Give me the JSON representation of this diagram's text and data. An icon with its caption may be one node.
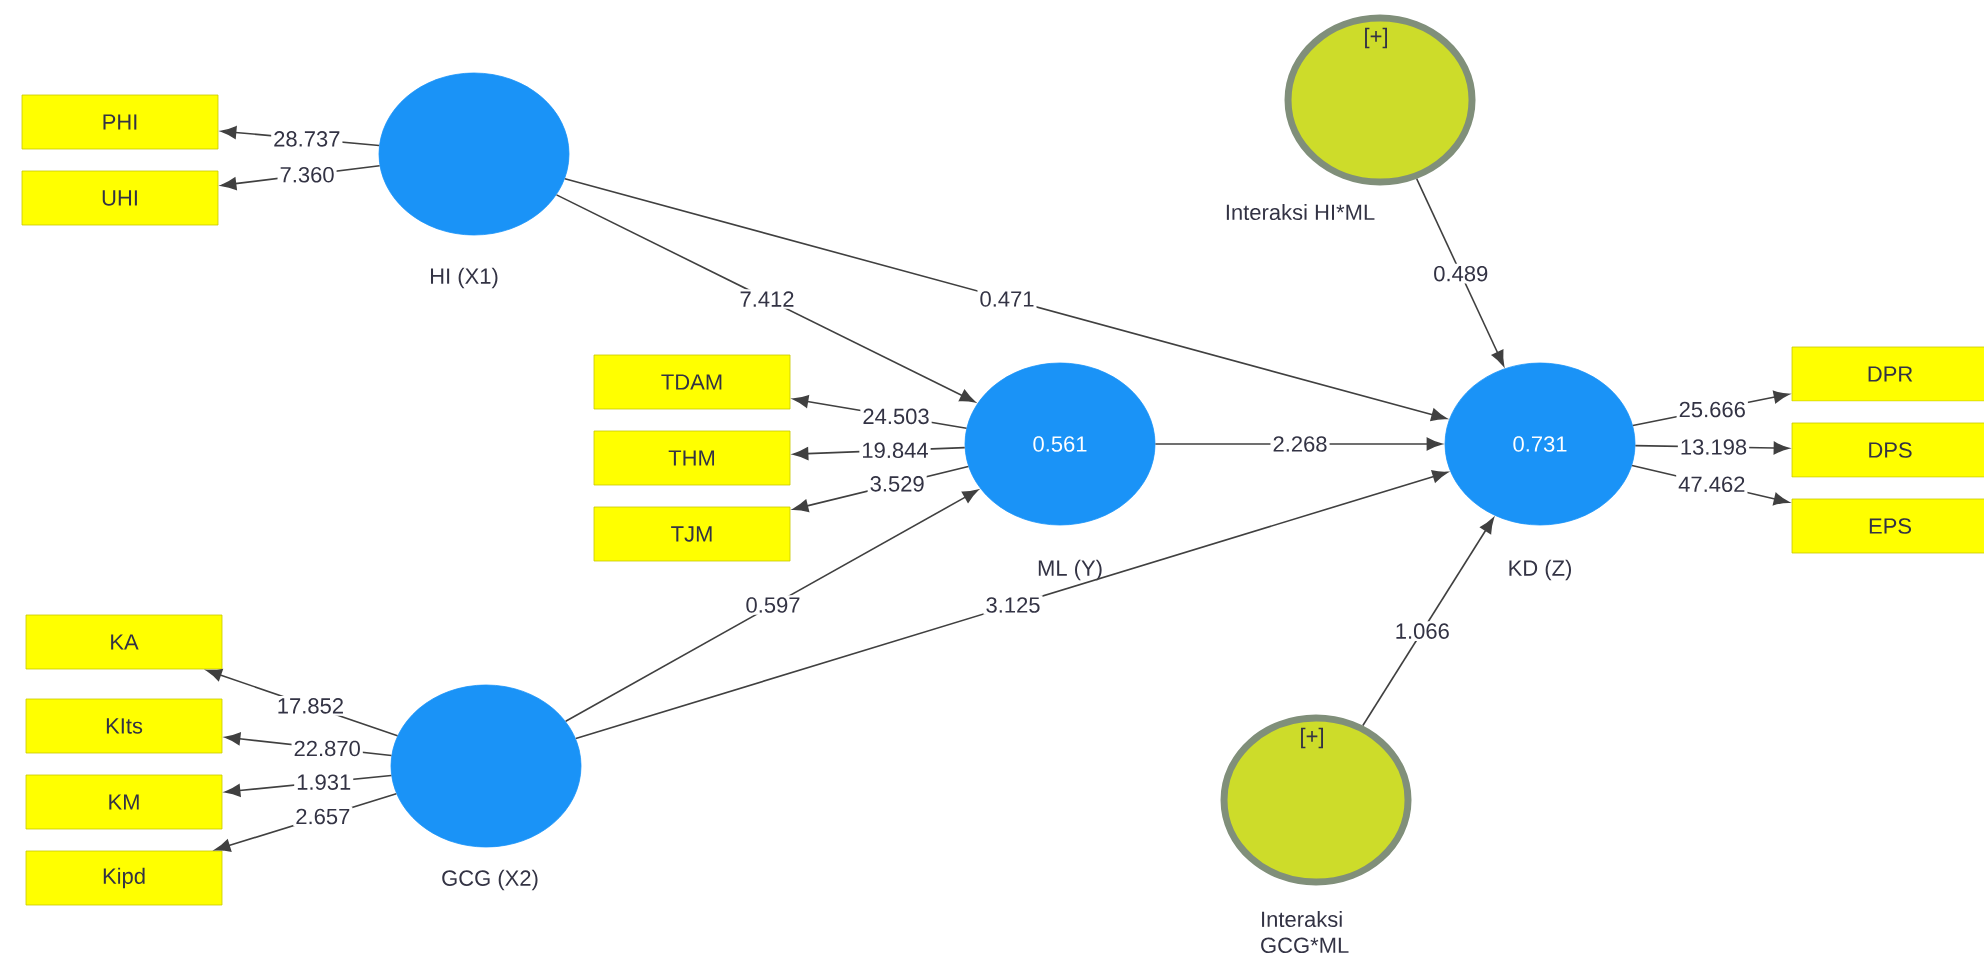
{
  "diagram": {
    "nodes": [
      {
        "text": [
          "PHI"
        ]
      },
      {
        "text": [
          "UHI"
        ]
      },
      {
        "text": [
          "HI (X1)"
        ]
      },
      {
        "text": [
          "[+]",
          "Interaksi HI*ML"
        ]
      },
      {
        "text": [
          "TDAM"
        ]
      },
      {
        "text": [
          "THM"
        ]
      },
      {
        "text": [
          "TJM"
        ]
      },
      {
        "text": [
          "0.561",
          "ML (Y)"
        ]
      },
      {
        "text": [
          "0.731",
          "KD (Z)"
        ]
      },
      {
        "text": [
          "DPR"
        ]
      },
      {
        "text": [
          "DPS"
        ]
      },
      {
        "text": [
          "EPS"
        ]
      },
      {
        "text": [
          "KA"
        ]
      },
      {
        "text": [
          "KIts"
        ]
      },
      {
        "text": [
          "KM"
        ]
      },
      {
        "text": [
          "Kipd"
        ]
      },
      {
        "text": [
          "GCG (X2)"
        ]
      },
      {
        "text": [
          "[+]",
          "Interaksi GCG*ML"
        ]
      }
    ],
    "edges": [
      {
        "from": 2,
        "to": 0,
        "arrow": "to",
        "label": "28.737"
      },
      {
        "from": 2,
        "to": 1,
        "arrow": "to",
        "label": "7.360"
      },
      {
        "from": 2,
        "to": 7,
        "arrow": "to",
        "label": "7.412"
      },
      {
        "from": 2,
        "to": 8,
        "arrow": "to",
        "label": "0.471"
      },
      {
        "from": 3,
        "to": 8,
        "arrow": "to",
        "label": "0.489"
      },
      {
        "from": 7,
        "to": 4,
        "arrow": "to",
        "label": "24.503"
      },
      {
        "from": 7,
        "to": 5,
        "arrow": "to",
        "label": "19.844"
      },
      {
        "from": 7,
        "to": 6,
        "arrow": "to",
        "label": "3.529"
      },
      {
        "from": 7,
        "to": 8,
        "arrow": "to",
        "label": "2.268"
      },
      {
        "from": 8,
        "to": 9,
        "arrow": "to",
        "label": "25.666"
      },
      {
        "from": 8,
        "to": 10,
        "arrow": "to",
        "label": "13.198"
      },
      {
        "from": 8,
        "to": 11,
        "arrow": "to",
        "label": "47.462"
      },
      {
        "from": 16,
        "to": 12,
        "arrow": "to",
        "label": "17.852"
      },
      {
        "from": 16,
        "to": 13,
        "arrow": "to",
        "label": "22.870"
      },
      {
        "from": 16,
        "to": 14,
        "arrow": "to",
        "label": "1.931"
      },
      {
        "from": 16,
        "to": 15,
        "arrow": "to",
        "label": "2.657"
      },
      {
        "from": 16,
        "to": 7,
        "arrow": "to",
        "label": "0.597"
      },
      {
        "from": 16,
        "to": 8,
        "arrow": "to",
        "label": "3.125"
      },
      {
        "from": 17,
        "to": 8,
        "arrow": "to",
        "label": "1.066"
      }
    ]
  }
}
